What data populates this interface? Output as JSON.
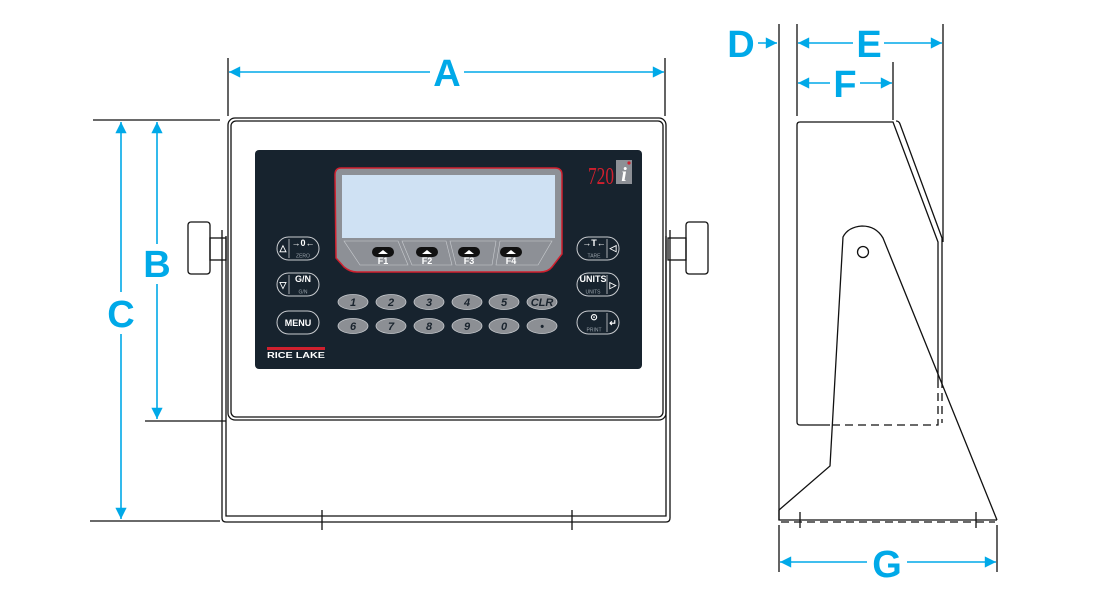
{
  "dimensions": {
    "a": "A",
    "b": "B",
    "c": "C",
    "d": "D",
    "e": "E",
    "f": "F",
    "g": "G"
  },
  "colors": {
    "dimension": "#00a9e8",
    "panel": "#17232e",
    "lcd": "#cfe1f3",
    "accent_red": "#d0202e"
  },
  "panel": {
    "model": "720",
    "model_suffix": "i",
    "brand": "RICE LAKE",
    "softkeys": [
      "F1",
      "F2",
      "F3",
      "F4"
    ],
    "left_buttons": [
      {
        "main": "→0←",
        "sub": "ZERO",
        "arrow": "△"
      },
      {
        "main": "G/N",
        "sub": "G/N",
        "arrow": "▽"
      },
      {
        "main": "MENU"
      }
    ],
    "right_buttons": [
      {
        "main": "→T←",
        "sub": "TARE",
        "arrow": "◁"
      },
      {
        "main": "UNITS",
        "sub": "UNITS",
        "arrow": "▷"
      },
      {
        "main": "⊙",
        "sub": "PRINT",
        "arrow": "↵"
      }
    ],
    "keypad": [
      "1",
      "2",
      "3",
      "4",
      "5",
      "CLR",
      "6",
      "7",
      "8",
      "9",
      "0",
      "•"
    ]
  }
}
